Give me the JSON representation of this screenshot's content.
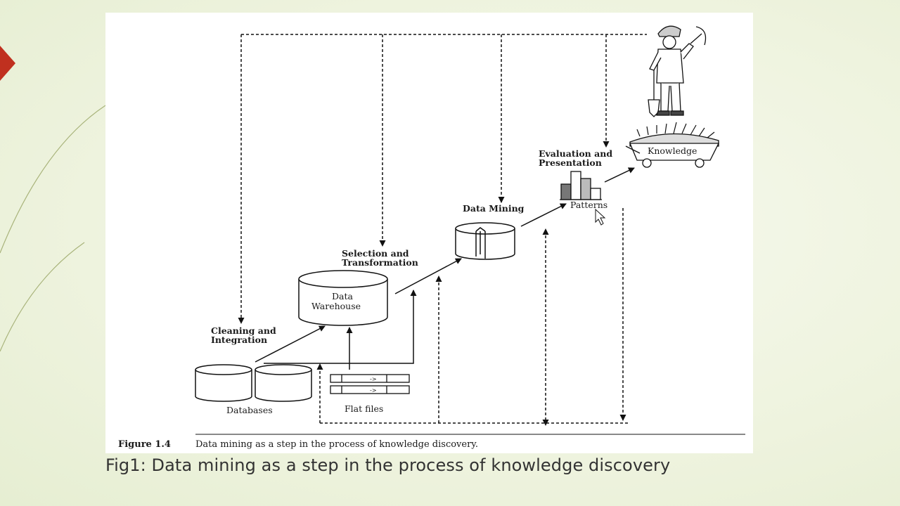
{
  "slide": {
    "caption": "Fig1: Data mining as a step in the process of knowledge discovery",
    "accent_color": "#c0301f"
  },
  "figure": {
    "number_label": "Figure 1.4",
    "caption_text": "Data mining as a step in the process of knowledge discovery.",
    "stages": {
      "cleaning_line1": "Cleaning and",
      "cleaning_line2": "Integration",
      "selection_line1": "Selection and",
      "selection_line2": "Transformation",
      "data_mining": "Data Mining",
      "evaluation_line1": "Evaluation and",
      "evaluation_line2": "Presentation"
    },
    "nodes": {
      "databases": "Databases",
      "flat_files": "Flat files",
      "warehouse_line1": "Data",
      "warehouse_line2": "Warehouse",
      "patterns": "Patterns",
      "knowledge": "Knowledge"
    }
  }
}
